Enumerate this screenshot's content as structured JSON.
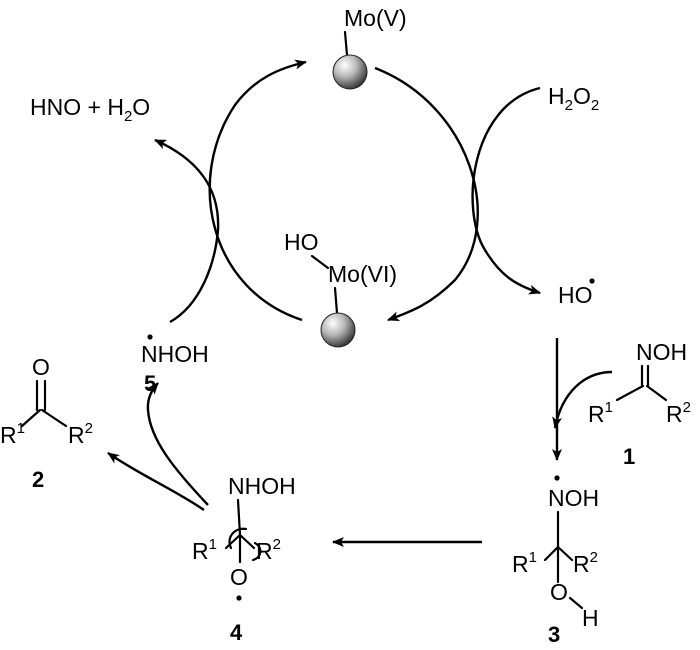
{
  "catalyst": {
    "mo5_label": "Mo(V)",
    "mo6_label": "Mo(VI)",
    "ho_label": "HO"
  },
  "reagents": {
    "h2o2_main": "H",
    "h2o2_sub1": "2",
    "h2o2_o": "O",
    "h2o2_sub2": "2",
    "hydroxyl_radical": "HO",
    "byproduct_a": "HNO + H",
    "byproduct_sub": "2",
    "byproduct_b": "O"
  },
  "compounds": {
    "c1": {
      "number": "1",
      "noh": "NOH",
      "r1": "R",
      "r1_sup": "1",
      "r2": "R",
      "r2_sup": "2"
    },
    "c2": {
      "number": "2",
      "o": "O",
      "r1": "R",
      "r1_sup": "1",
      "r2": "R",
      "r2_sup": "2"
    },
    "c3": {
      "number": "3",
      "noh": "NOH",
      "r1": "R",
      "r1_sup": "1",
      "r2": "R",
      "r2_sup": "2",
      "o": "O",
      "h": "H"
    },
    "c4": {
      "number": "4",
      "nhoh": "NHOH",
      "r1": "R",
      "r1_sup": "1",
      "r2": "R",
      "r2_sup": "2",
      "o": "O"
    },
    "c5": {
      "number": "5",
      "nhoh": "NHOH"
    }
  }
}
